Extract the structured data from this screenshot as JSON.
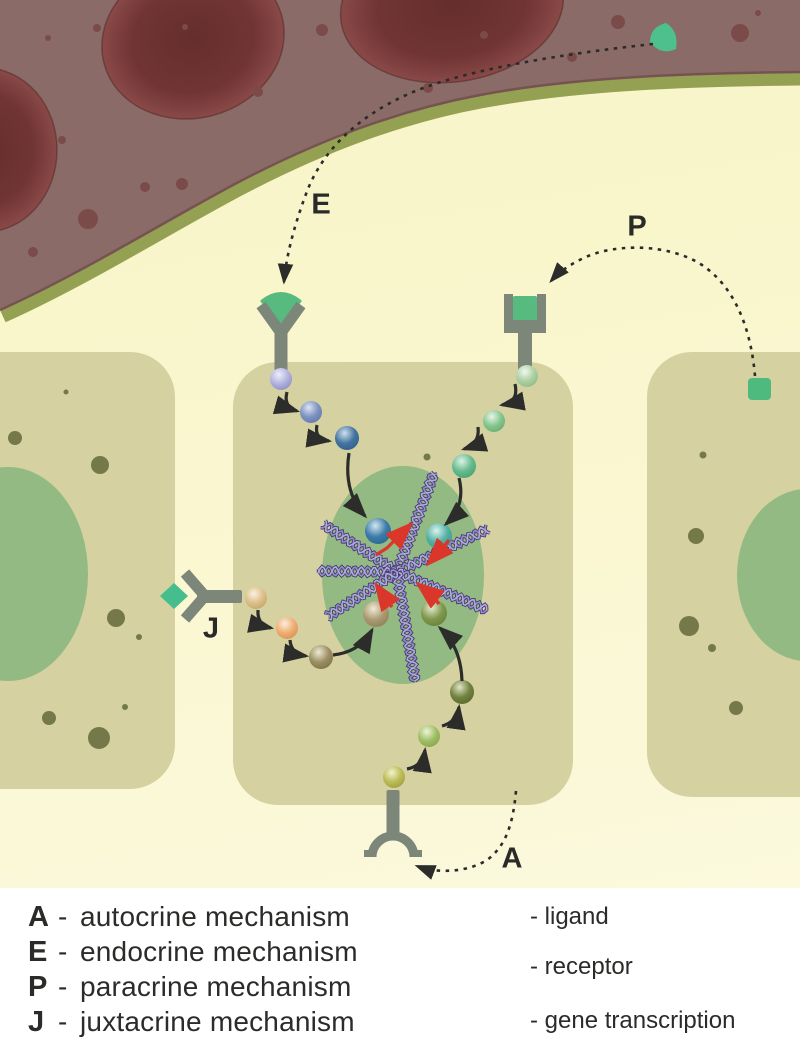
{
  "mechanism_labels": {
    "endocrine": "E",
    "paracrine": "P",
    "juxtacrine": "J",
    "autocrine": "A"
  },
  "legend": {
    "mechanisms": [
      {
        "key": "A",
        "dash": "-",
        "text": "autocrine mechanism"
      },
      {
        "key": "E",
        "dash": "-",
        "text": "endocrine mechanism"
      },
      {
        "key": "P",
        "dash": "-",
        "text": "paracrine mechanism"
      },
      {
        "key": "J",
        "dash": "-",
        "text": "juxtacrine mechanism"
      }
    ],
    "symbols": [
      {
        "icon": "ligand-icon",
        "text": "- ligand"
      },
      {
        "icon": "receptor-icon",
        "text": "- receptor"
      },
      {
        "icon": "gene-transcription-icon",
        "text": "- gene transcription"
      }
    ]
  },
  "colors": {
    "ligand_green": "#57bb80",
    "ligand_diamond_green": "#45bd8d",
    "receptor_gray": "#7d8779",
    "transcription_red": "#da362a",
    "nucleus_green": "#93ba82",
    "cell_body_tan": "#d5d1a1",
    "vessel_brown": "#8a6b68",
    "vessel_band_olive": "#94a052",
    "background_cream": "#faf6cf",
    "dna_purple_dark": "#433d72",
    "dna_purple_light": "#978cc9",
    "arrow_black": "#2c2c2a"
  }
}
